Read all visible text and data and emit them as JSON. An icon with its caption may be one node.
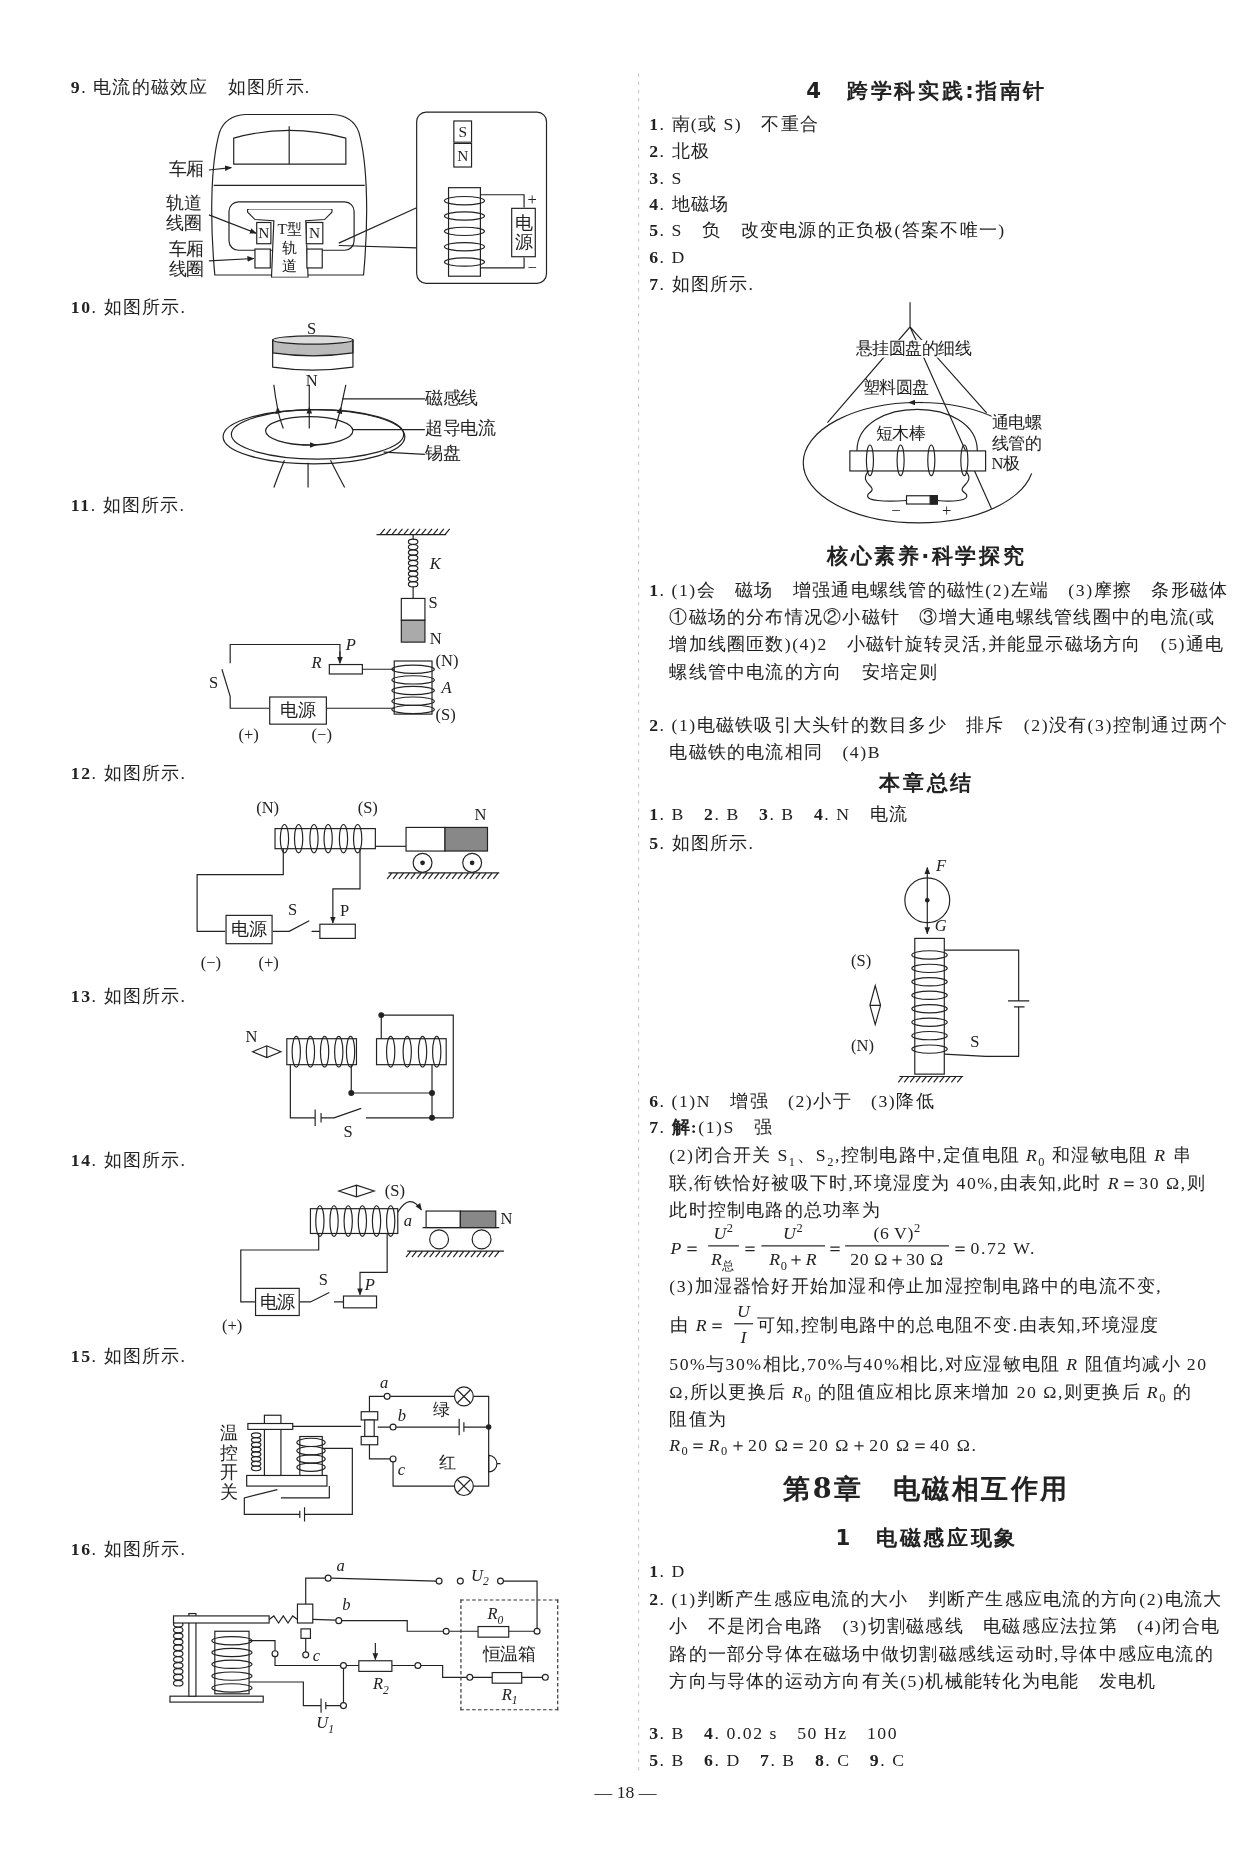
{
  "diagram": {
    "nodes": [
      {
        "text": [
          "车厢"
        ]
      },
      {
        "text": [
          "轨道线圈"
        ]
      },
      {
        "text": [
          "车厢线圈"
        ]
      },
      {
        "text": [
          "N"
        ]
      },
      {
        "text": [
          "T型轨道"
        ]
      },
      {
        "text": [
          "N"
        ]
      },
      {
        "text": [],
        "shape": "box"
      },
      {
        "text": [],
        "shape": "box"
      },
      {
        "text": [
          "S"
        ]
      },
      {
        "text": [
          "N"
        ]
      },
      {
        "text": [
          "电源"
        ],
        "beside": [
          "+",
          "−"
        ]
      },
      {
        "text": [
          "磁感线"
        ]
      },
      {
        "text": [
          "超导电流"
        ]
      },
      {
        "text": [
          "锡盘"
        ]
      },
      {
        "text": [
          "电源"
        ]
      },
      {
        "text": [
          "电源"
        ]
      },
      {
        "text": [
          "电源"
        ]
      },
      {
        "text": [
          "恒温箱"
        ]
      }
    ],
    "edges": [
      {
        "from": 0,
        "to": null,
        "arrow": "to"
      },
      {
        "from": 1,
        "to": 3,
        "arrow": "to"
      },
      {
        "from": 2,
        "to": 6,
        "arrow": "to"
      },
      {
        "from": 11,
        "to": null,
        "arrow": "none"
      },
      {
        "from": 12,
        "to": null,
        "arrow": "none"
      },
      {
        "from": 13,
        "to": null,
        "arrow": "none"
      }
    ],
    "labels": [
      "**9**. 电流的磁效应　如图所示.",
      "**10**. 如图所示.",
      "S",
      "N",
      "**11**. 如图所示.",
      "K",
      "S",
      "N",
      "P",
      "R",
      "(N)",
      "S",
      "A",
      "(S)",
      "(+)",
      "(−)",
      "**12**. 如图所示.",
      "(N)",
      "(S)",
      "N",
      "S",
      "P",
      "(−)",
      "(+)",
      "**13**. 如图所示.",
      "N",
      "S",
      "**14**. 如图所示.",
      "(S)",
      "a",
      "N",
      "S",
      "P",
      "(+)",
      "**15**. 如图所示.",
      "a",
      "b",
      "绿",
      "温控开关",
      "c",
      "红",
      "**16**. 如图所示.",
      "a",
      "U$_{2}$",
      "b",
      "R$_{0}$",
      "c",
      "R$_{2}$",
      "R$_{1}$",
      "U$_{1}$",
      "4　跨学科实践:指南针",
      "**1**. 南(或 S)　不重合",
      "**2**. 北极",
      "**3**. S",
      "**4**. 地磁场",
      "**5**. S　负　改变电源的正负极(答案不唯一)",
      "**6**. D",
      "**7**. 如图所示.",
      "悬挂圆盘的细线",
      "塑料圆盘",
      "短木棒",
      "通电螺线管的N极",
      "−",
      "+",
      "核心素养·科学探究",
      "**1**. (1)会　磁场　增强通电螺线管的磁性(2)左端　(3)摩擦　条形磁体　①磁场的分布情况②小磁针　③增大通电螺线管线圈中的电流(或增加线圈匝数)(4)2　小磁针旋转灵活,并能显示磁场方向　(5)通电螺线管中电流的方向　安培定则",
      "**2**. (1)电磁铁吸引大头针的数目多少　排斥　(2)没有(3)控制通过两个电磁铁的电流相同　(4)B",
      "本章总结",
      "**1**. B　**2**. B　**3**. B　**4**. N　电流",
      "**5**. 如图所示.",
      "F",
      "G",
      "(S)",
      "(N)",
      "S",
      "**6**. (1)N　增强　(2)小于　(3)降低",
      "**7**. **解:**(1)S　强",
      "(2)闭合开关 S$_{1}$、S$_{2}$,控制电路中,定值电阻 *R*$_{0}$ 和湿敏电阻 *R* 串联,衔铁恰好被吸下时,环境湿度为 40%,由表知,此时 *R*＝30 Ω,则此时控制电路的总功率为",
      "*P*＝",
      "*U*$^{2}$",
      "*R*$_{总}$",
      "＝",
      "*U*$^{2}$",
      "*R*$_{0}$＋*R*",
      "＝",
      "(6 V)$^{2}$",
      "20 Ω＋30 Ω",
      "＝0.72 W.",
      "(3)加湿器恰好开始加湿和停止加湿控制电路中的电流不变,",
      "由 *R*＝",
      "*U*",
      "*I*",
      "可知,控制电路中的总电阻不变.由表知,环境湿度",
      "50%与30%相比,70%与40%相比,对应湿敏电阻 *R* 阻值均减小 20 Ω,所以更换后 *R*$_{0}$ 的阻值应相比原来增加 20 Ω,则更换后 *R*$_{0}$ 的阻值为",
      "*R*$_{0}$＝*R*$_{0}$＋20 Ω＝20 Ω＋20 Ω＝40 Ω.",
      "第8章　电磁相互作用",
      "1　电磁感应现象",
      "**1**. D",
      "**2**. (1)判断产生感应电流的大小　判断产生感应电流的方向(2)电流大小　不是闭合电路　(3)切割磁感线　电磁感应法拉第　(4)闭合电路的一部分导体在磁场中做切割磁感线运动时,导体中感应电流的方向与导体的运动方向有关(5)机械能转化为电能　发电机",
      "**3**. B　**4**. 0.02 s　50 Hz　100",
      "**5**. B　**6**. D　**7**. B　**8**. C　**9**. C",
      "— 18 —"
    ]
  }
}
